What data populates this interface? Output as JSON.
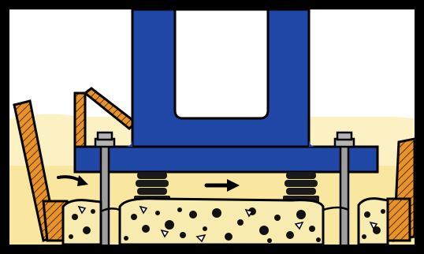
{
  "figure": {
    "subject": "grouting-beneath-machine-baseplate",
    "arrows": [
      "flow-arrow-left",
      "flow-arrow-center"
    ],
    "colors": {
      "frame": "#000000",
      "steel_blue": "#1f47a6",
      "grout_yellow": "#f9e79f",
      "grout_light": "#fbf1c2",
      "formwork_orange": "#e8922a",
      "anchor_bolt": "#9e9e9e",
      "concrete": "#f7ebb0",
      "leveling_pad": "#1a1a1a",
      "background": "#ffffff"
    }
  }
}
